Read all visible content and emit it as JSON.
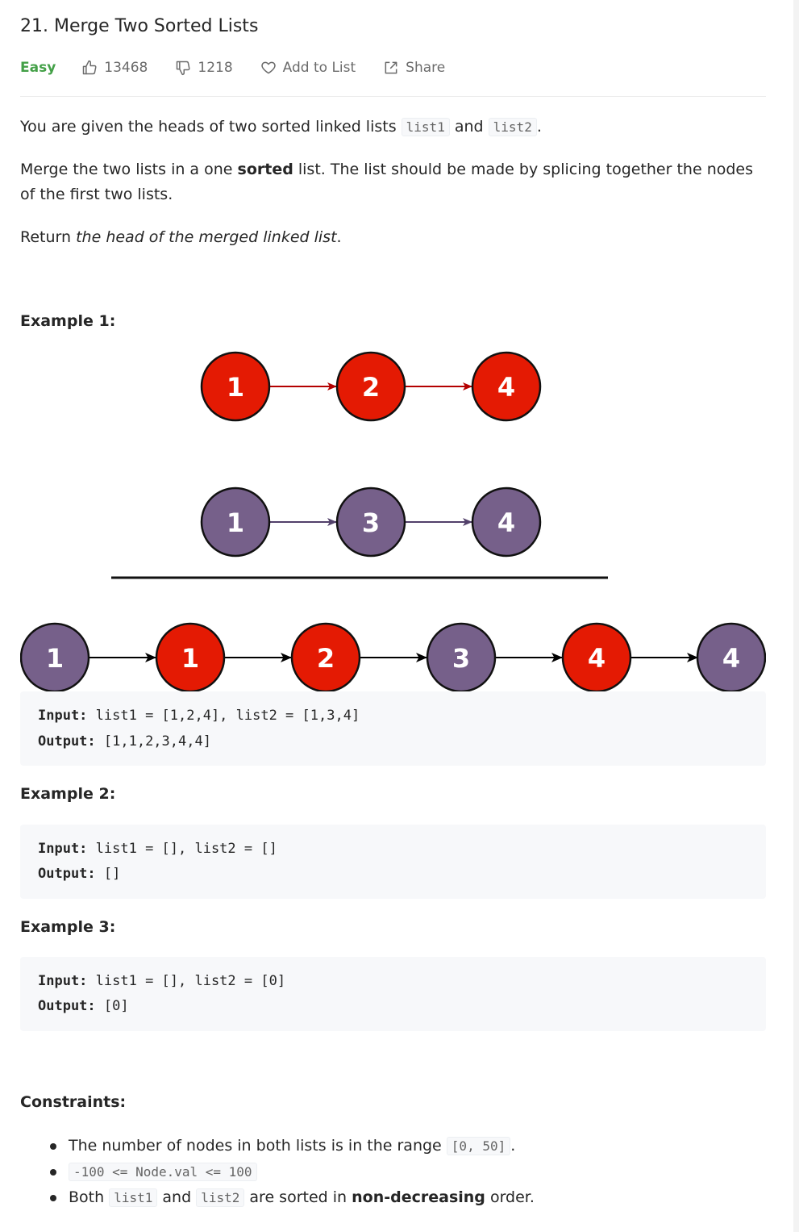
{
  "problem": {
    "title": "21. Merge Two Sorted Lists",
    "difficulty": "Easy",
    "likes": "13468",
    "dislikes": "1218",
    "add_to_list": "Add to List",
    "share": "Share"
  },
  "description": {
    "p1_a": "You are given the heads of two sorted linked lists ",
    "p1_code1": "list1",
    "p1_b": " and ",
    "p1_code2": "list2",
    "p1_c": ".",
    "p2_a": "Merge the two lists in a one ",
    "p2_bold": "sorted",
    "p2_b": " list. The list should be made by splicing together the nodes of the first two lists.",
    "p3_a": "Return ",
    "p3_em": "the head of the merged linked list",
    "p3_b": "."
  },
  "examples": [
    {
      "heading": "Example 1:",
      "input_label": "Input:",
      "input": " list1 = [1,2,4], list2 = [1,3,4]",
      "output_label": "Output:",
      "output": " [1,1,2,3,4,4]"
    },
    {
      "heading": "Example 2:",
      "input_label": "Input:",
      "input": " list1 = [], list2 = []",
      "output_label": "Output:",
      "output": " []"
    },
    {
      "heading": "Example 3:",
      "input_label": "Input:",
      "input": " list1 = [], list2 = [0]",
      "output_label": "Output:",
      "output": " [0]"
    }
  ],
  "diagram": {
    "list1": [
      "1",
      "2",
      "4"
    ],
    "list2": [
      "1",
      "3",
      "4"
    ],
    "merged": [
      "1",
      "1",
      "2",
      "3",
      "4",
      "4"
    ],
    "merged_colors": [
      "purple",
      "red",
      "red",
      "purple",
      "red",
      "purple"
    ],
    "red": "#e41a03",
    "purple": "#76608a"
  },
  "constraints": {
    "heading": "Constraints:",
    "c1_a": "The number of nodes in both lists is in the range ",
    "c1_code": "[0, 50]",
    "c1_b": ".",
    "c2_code": "-100 <= Node.val <= 100",
    "c3_a": "Both ",
    "c3_code1": "list1",
    "c3_b": " and ",
    "c3_code2": "list2",
    "c3_c": " are sorted in ",
    "c3_bold": "non-decreasing",
    "c3_d": " order."
  },
  "colors": {
    "easy": "#43a047",
    "code_bg": "#f7f8fa"
  }
}
